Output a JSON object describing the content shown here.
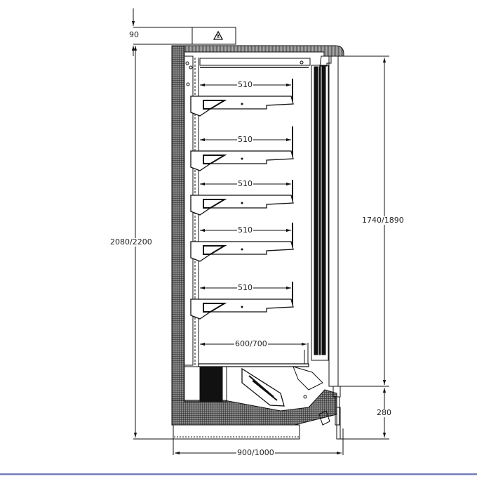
{
  "drawing": {
    "title": "Multideck refrigerated display cabinet - side section",
    "colors": {
      "line": "#111111",
      "insulation": "#555555",
      "bottom_bar": "#7079b8"
    }
  },
  "dimensions": {
    "top_offset": "90",
    "total_height": "2080/2200",
    "display_opening_height": "1740/1890",
    "base_height": "280",
    "total_depth": "900/1000",
    "bottom_shelf_depth": "600/700",
    "shelves": [
      {
        "depth": "510"
      },
      {
        "depth": "510"
      },
      {
        "depth": "510"
      },
      {
        "depth": "510"
      },
      {
        "depth": "510"
      }
    ]
  },
  "symbols": {
    "top_box_icon": "warning-triangle-icon"
  }
}
